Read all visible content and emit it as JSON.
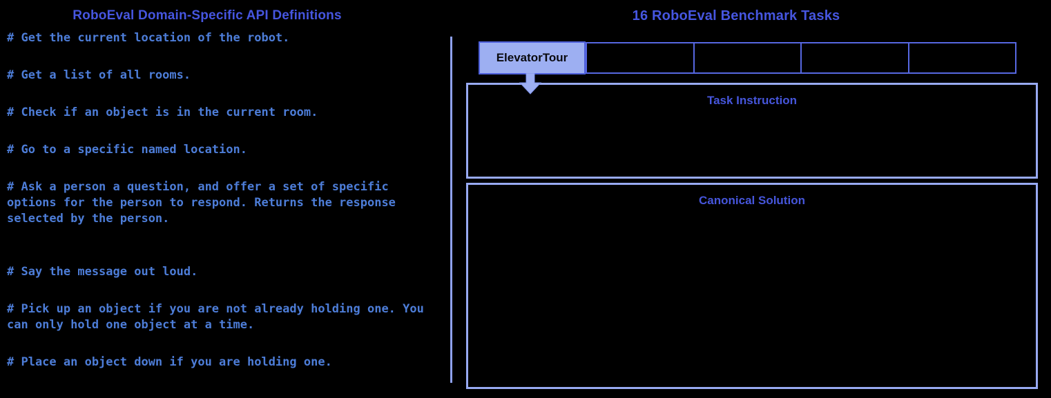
{
  "colors": {
    "background": "#000000",
    "title_blue": "#4656E0",
    "comment_blue": "#4D7DD8",
    "box_header_blue": "#4656DC",
    "periwinkle_fill": "#9DAFF2",
    "box_border": "#98AAF2",
    "active_tab_border": "#4E60DC",
    "tab_row_border": "#5768E2",
    "tab_text": "#0A0A0F"
  },
  "left_panel": {
    "title": "RoboEval Domain-Specific API Definitions",
    "api_comments": [
      {
        "text": "# Get the current location of the robot."
      },
      {
        "text": "# Get a list of all rooms."
      },
      {
        "text": "# Check if an object is in the current room."
      },
      {
        "text": "# Go to a specific named location."
      },
      {
        "text": "# Ask a person a question, and offer a set of specific options for the person to respond. Returns the response selected by the person."
      },
      {
        "text": "# Say the message out loud."
      },
      {
        "text": "# Pick up an object if you are not already holding one. You can only hold one object at a time."
      },
      {
        "text": "# Place an object down if you are holding one."
      }
    ]
  },
  "right_panel": {
    "title": "16 RoboEval Benchmark Tasks",
    "tabs": [
      {
        "label": "ElevatorTour",
        "active": true
      },
      {
        "label": "",
        "active": false
      },
      {
        "label": "",
        "active": false
      },
      {
        "label": "",
        "active": false
      },
      {
        "label": "",
        "active": false
      }
    ],
    "sections": {
      "task_instruction_title": "Task Instruction",
      "canonical_solution_title": "Canonical Solution"
    }
  }
}
